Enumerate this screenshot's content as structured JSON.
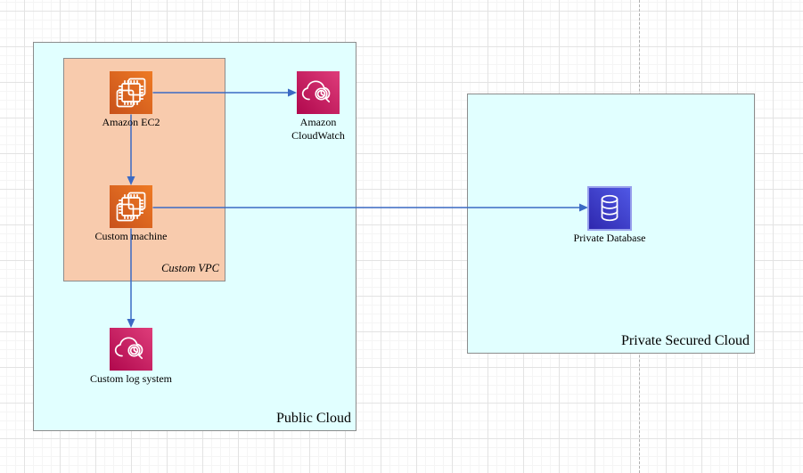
{
  "diagram_type": "cloud-architecture-diagram",
  "containers": {
    "public": {
      "label": "Public Cloud"
    },
    "vpc": {
      "label": "Custom VPC"
    },
    "private": {
      "label": "Private Secured Cloud"
    }
  },
  "nodes": {
    "ec2": {
      "label": "Amazon EC2",
      "icon": "ec2-chip-icon"
    },
    "cloudwatch": {
      "label": "Amazon CloudWatch",
      "icon": "cloud-magnifier-icon"
    },
    "machine": {
      "label": "Custom machine",
      "icon": "ec2-chip-icon"
    },
    "log": {
      "label": "Custom log system",
      "icon": "cloud-magnifier-icon"
    },
    "db": {
      "label": "Private Database",
      "icon": "database-cylinder-icon"
    }
  },
  "edges": [
    {
      "from": "ec2",
      "to": "cloudwatch"
    },
    {
      "from": "ec2",
      "to": "machine"
    },
    {
      "from": "machine",
      "to": "db"
    },
    {
      "from": "machine",
      "to": "log"
    }
  ],
  "colors": {
    "arrow": "#3B6AC4",
    "cloud_fill": "#E1FFFF",
    "vpc_fill": "#F8CBAD",
    "shape_border": "#8C8C8C",
    "grid_minor": "#f5f5f5",
    "grid_major": "#e3e3e3",
    "page_divider": "#b0b0b0",
    "compute_dark": "#C8511B",
    "compute_light": "#EE7A24",
    "mgmt_dark": "#B0084D",
    "mgmt_light": "#DE3D7A",
    "db_dark": "#2E27AD",
    "db_light": "#5059E6",
    "db_frame": "#98A0EC"
  }
}
